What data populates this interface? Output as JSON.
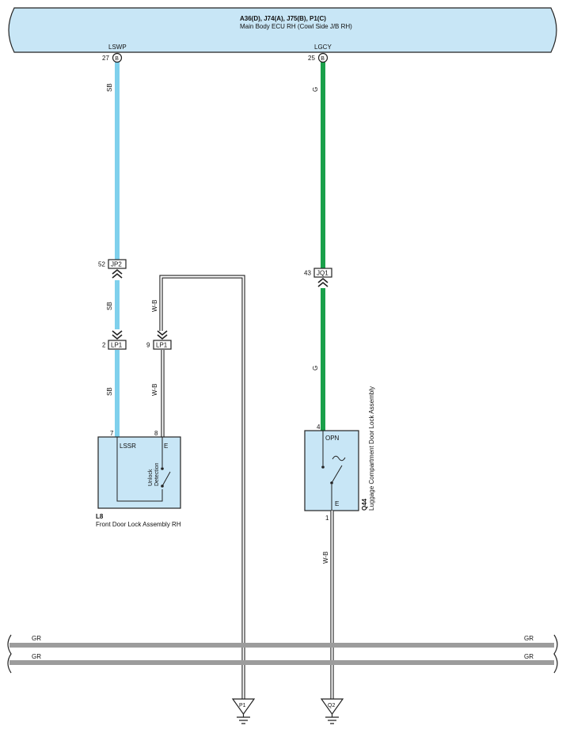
{
  "ecu": {
    "connectors": "A36(D), J74(A), J75(B), P1(C)",
    "name": "Main Body ECU RH (Cowl Side J/B RH)",
    "pins": [
      {
        "signal": "LSWP",
        "number": "27",
        "code": "B"
      },
      {
        "signal": "LGCY",
        "number": "25",
        "code": "B"
      }
    ]
  },
  "wires": {
    "left": {
      "color_code": "SB",
      "color": "#7fd0ec"
    },
    "right": {
      "color_code": "G",
      "color": "#1aa04a"
    },
    "ground": {
      "color_code": "W-B"
    },
    "bus": {
      "color_code": "GR",
      "color": "#9c9c9c"
    }
  },
  "connectors": {
    "jp2": {
      "pin": "52",
      "label": "JP2"
    },
    "lp1_a": {
      "pin": "2",
      "label": "LP1"
    },
    "lp1_b": {
      "pin": "9",
      "label": "LP1"
    },
    "jq1": {
      "pin": "43",
      "label": "JQ1"
    }
  },
  "component_l8": {
    "code": "L8",
    "name": "Front Door Lock Assembly RH",
    "pin_left": "7",
    "pin_right": "8",
    "terminal_left": "LSSR",
    "terminal_right": "E",
    "switch_label_1": "Unlock",
    "switch_label_2": "Detection"
  },
  "component_q44": {
    "code": "Q44",
    "name": "Luggage Compartment Door Lock Assembly",
    "pin_top": "4",
    "pin_bottom": "1",
    "terminal_top": "OPN",
    "terminal_bottom": "E"
  },
  "grounds": {
    "p1": "P1",
    "q2": "Q2"
  },
  "colors": {
    "box_fill": "#c8e6f6",
    "outline": "#222222"
  }
}
